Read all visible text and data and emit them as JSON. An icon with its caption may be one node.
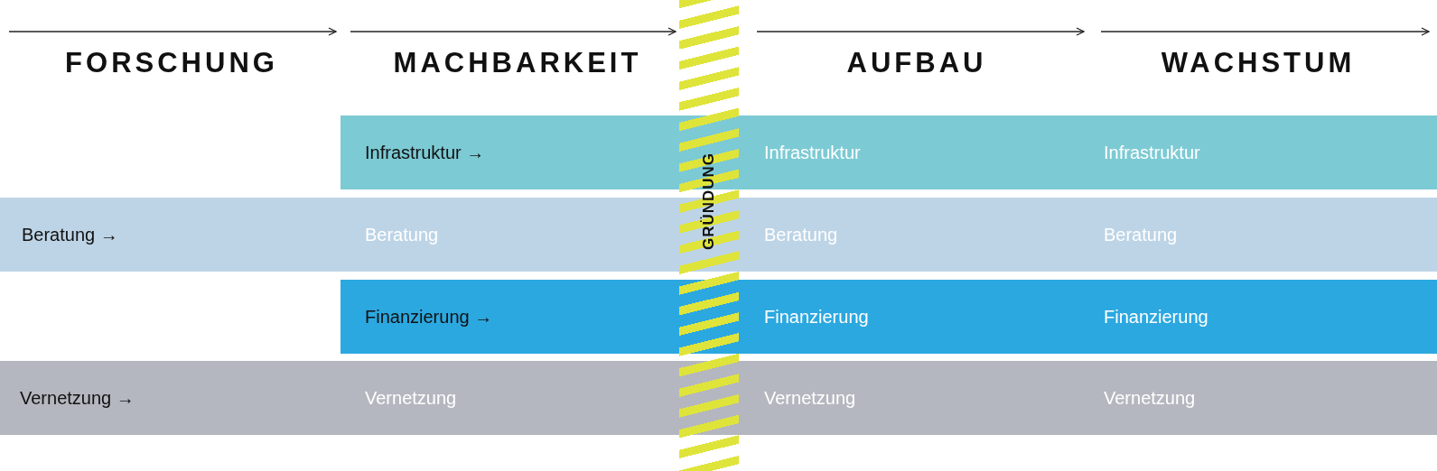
{
  "diagram": {
    "nodes": [
      {
        "text": [
          "Infrastruktur →",
          "Infrastruktur",
          "Infrastruktur"
        ]
      },
      {
        "text": [
          "Beratung →",
          "Beratung",
          "Beratung",
          "Beratung"
        ]
      },
      {
        "text": [
          "Finanzierung →",
          "Finanzierung",
          "Finanzierung"
        ]
      },
      {
        "text": [
          "Vernetzung →",
          "Vernetzung",
          "Vernetzung",
          "Vernetzung"
        ]
      },
      {
        "text": [
          "GRÜNDUNG"
        ]
      }
    ],
    "edges": [],
    "labels": [
      "FORSCHUNG",
      "MACHBARKEIT",
      "AUFBAU",
      "WACHSTUM"
    ]
  }
}
